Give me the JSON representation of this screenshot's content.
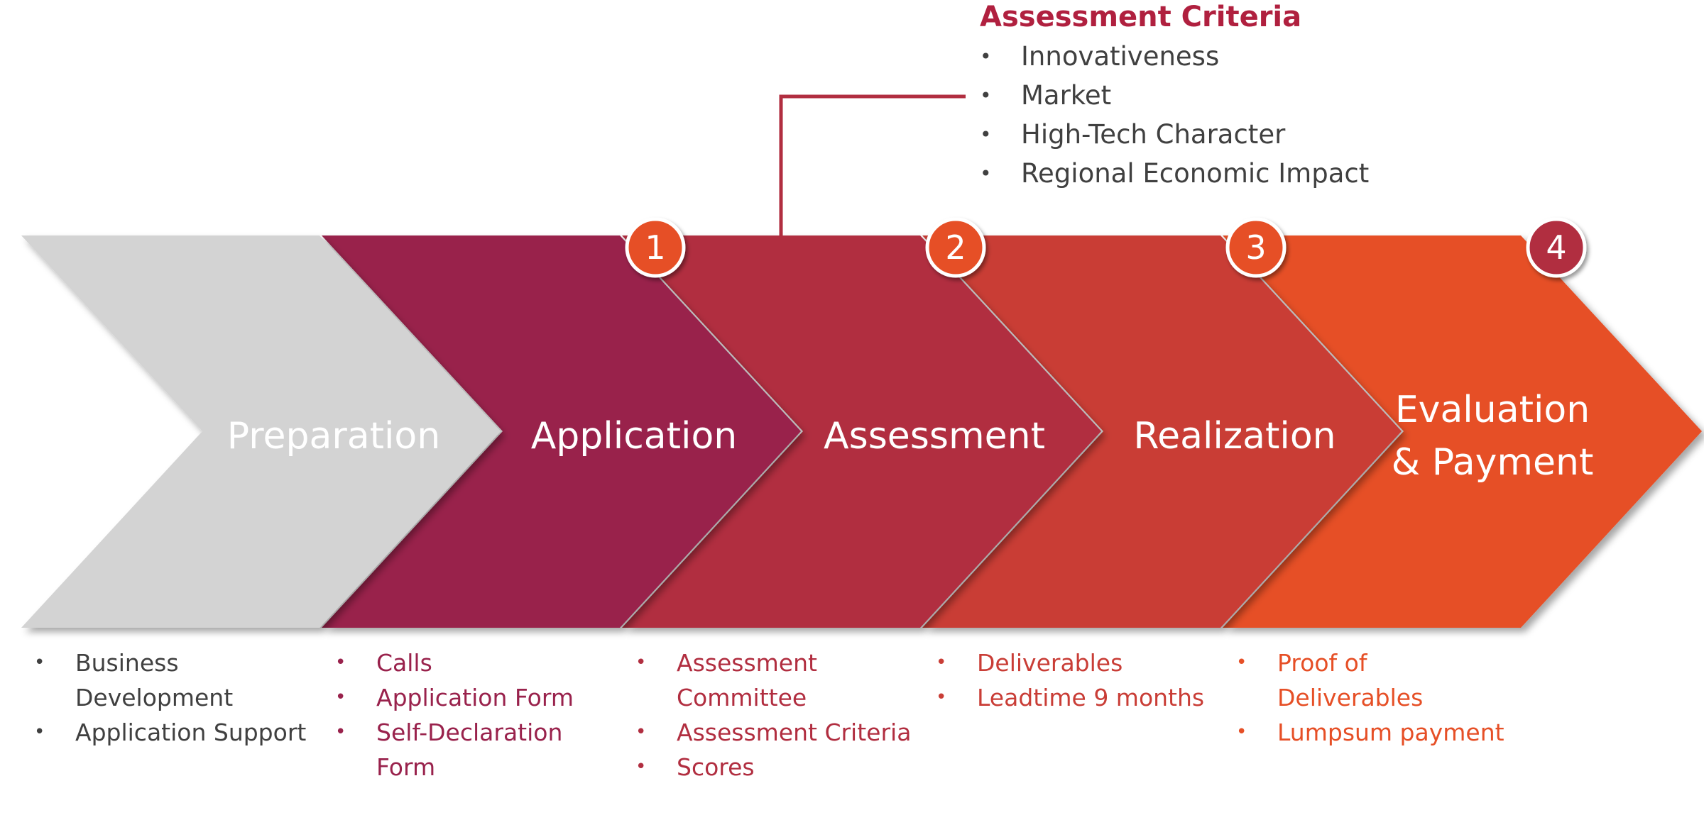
{
  "criteria": {
    "title": "Assessment Criteria",
    "items": [
      "Innovativeness",
      "Market",
      "High-Tech Character",
      "Regional Economic Impact"
    ]
  },
  "colors": {
    "preparation": "#d3d3d3",
    "application": "#99224c",
    "assessment": "#b12e40",
    "realization": "#c93d36",
    "evaluation": "#e64f26",
    "badge_orange": "#e64f26",
    "badge_dark": "#b12e40",
    "connector": "#b12e40",
    "gray_text": "#404040"
  },
  "stages": [
    {
      "label_lines": [
        "Preparation"
      ],
      "badge": "",
      "bullets": [
        "Business Development",
        "Application Support"
      ]
    },
    {
      "label_lines": [
        "Application"
      ],
      "badge": "1",
      "bullets": [
        "Calls",
        "Application Form",
        "Self-Declaration Form"
      ]
    },
    {
      "label_lines": [
        "Assessment"
      ],
      "badge": "2",
      "bullets": [
        "Assessment Committee",
        "Assessment Criteria",
        "Scores"
      ]
    },
    {
      "label_lines": [
        "Realization"
      ],
      "badge": "3",
      "bullets": [
        "Deliverables",
        "Leadtime 9 months"
      ]
    },
    {
      "label_lines": [
        "Evaluation",
        "& Payment"
      ],
      "badge": "4",
      "bullets": [
        "Proof of Deliverables",
        "Lumpsum payment"
      ]
    }
  ]
}
